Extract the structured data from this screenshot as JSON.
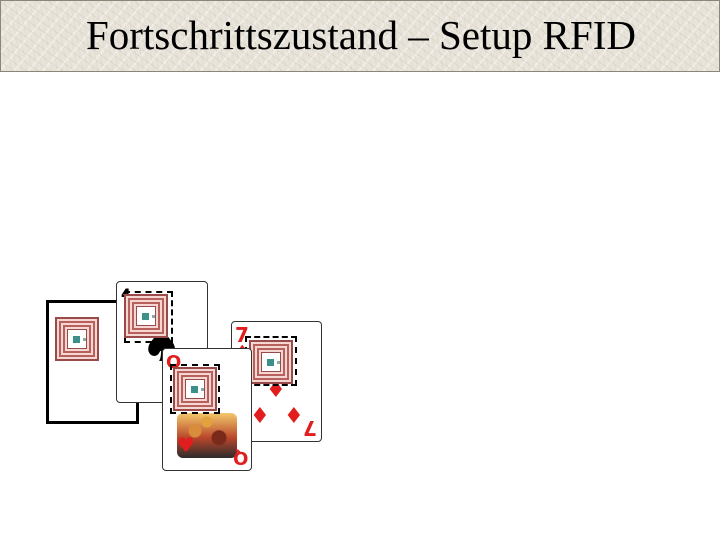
{
  "slide": {
    "title": "Fortschrittszustand – Setup RFID"
  },
  "cards": {
    "spade": {
      "rank": "4",
      "suit": "♠"
    },
    "heart7": {
      "rank": "7",
      "suit": "♦"
    },
    "queen": {
      "rank": "Q",
      "suit": "♥"
    }
  },
  "colors": {
    "red_suit": "#e11d1d",
    "tag_frame": "#b8605c",
    "chip": "#3d8f8a"
  }
}
